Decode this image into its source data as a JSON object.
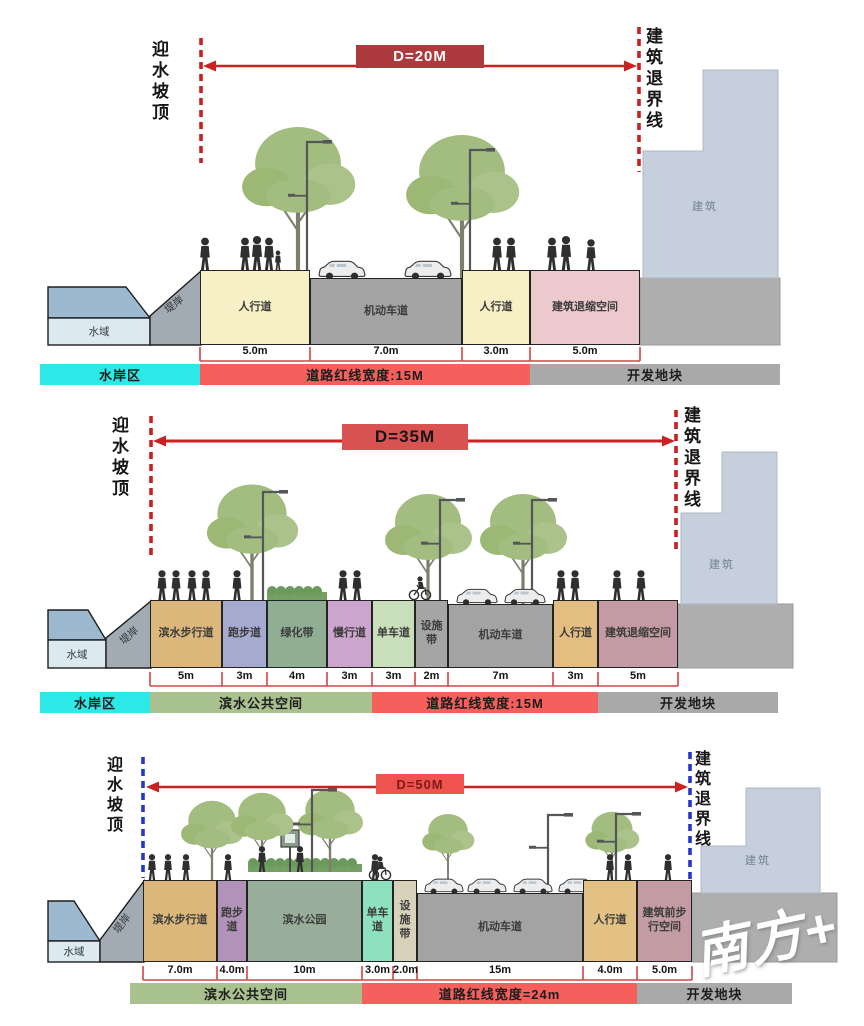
{
  "watermark": "南方+",
  "colors": {
    "arrow_red": "#c92222",
    "dash_red": "#cb2020",
    "dash_blue": "#2438c8",
    "bracket_red": "#d34545",
    "water_deep": "#9cb9cf",
    "water_box": "#dde9f1",
    "bank": "#a2abb3",
    "building": "#c6d0dc",
    "ground": "#aeaeae",
    "tree_green": "#a3bc80",
    "silhouette": "#2f2f2f"
  },
  "diagrams": [
    {
      "left_marker": "迎水坡顶",
      "right_marker": "建筑退界线",
      "distance": "D=20M",
      "badge_bg": "#ad3a3c",
      "badge_text_color": "#ffffff",
      "marker_dash_color": "#cb2020",
      "water": "水域",
      "bank": "堤岸",
      "building": "建筑",
      "segments": [
        {
          "label": "人行道",
          "dim": "5.0m",
          "color": "#f7efc6"
        },
        {
          "label": "机动车道",
          "dim": "7.0m",
          "color": "#a3a3a3"
        },
        {
          "label": "人行道",
          "dim": "3.0m",
          "color": "#f7efc6"
        },
        {
          "label": "建筑退缩空间",
          "dim": "5.0m",
          "color": "#ecc9cd"
        }
      ],
      "bars": [
        {
          "label": "水岸区",
          "color": "#2ce8e6"
        },
        {
          "label": "道路红线宽度:15M",
          "color": "#f5605c"
        },
        {
          "label": "开发地块",
          "color": "#a9a9a9"
        }
      ]
    },
    {
      "left_marker": "迎水坡顶",
      "right_marker": "建筑退界线",
      "distance": "D=35M",
      "badge_bg": "#d85252",
      "badge_text_color": "#161616",
      "marker_dash_color": "#cb2020",
      "water": "水域",
      "bank": "堤岸",
      "building": "建筑",
      "segments": [
        {
          "label": "滨水步行道",
          "dim": "5m",
          "color": "#dcb77c"
        },
        {
          "label": "跑步道",
          "dim": "3m",
          "color": "#a5aad0"
        },
        {
          "label": "绿化带",
          "dim": "4m",
          "color": "#8fae94"
        },
        {
          "label": "慢行道",
          "dim": "3m",
          "color": "#cba5cd"
        },
        {
          "label": "单车道",
          "dim": "3m",
          "color": "#c9debb"
        },
        {
          "label": "设施带",
          "dim": "2m",
          "color": "#a5a5a5"
        },
        {
          "label": "机动车道",
          "dim": "7m",
          "color": "#a3a3a3"
        },
        {
          "label": "人行道",
          "dim": "3m",
          "color": "#e3be82"
        },
        {
          "label": "建筑退缩空间",
          "dim": "5m",
          "color": "#c49ba4"
        }
      ],
      "bars": [
        {
          "label": "水岸区",
          "color": "#2ce8e6"
        },
        {
          "label": "滨水公共空间",
          "color": "#a9c08f"
        },
        {
          "label": "道路红线宽度:15M",
          "color": "#f5605c"
        },
        {
          "label": "开发地块",
          "color": "#a9a9a9"
        }
      ]
    },
    {
      "left_marker": "迎水坡顶",
      "right_marker": "建筑退界线",
      "distance": "D=50M",
      "badge_bg": "#ee5350",
      "badge_text_color": "#7e1a1a",
      "marker_dash_color": "#2438c8",
      "water": "水域",
      "bank": "堤岸",
      "building": "建筑",
      "segments": [
        {
          "label": "滨水步行道",
          "dim": "7.0m",
          "color": "#dcb77c"
        },
        {
          "label": "跑步道",
          "dim": "4.0m",
          "color": "#b192b8"
        },
        {
          "label": "滨水公园",
          "dim": "10m",
          "color": "#99ae9a"
        },
        {
          "label": "单车道",
          "dim": "3.0m",
          "color": "#8fe0bf"
        },
        {
          "label": "设施带",
          "dim": "2.0m",
          "color": "#d9d2ba"
        },
        {
          "label": "机动车道",
          "dim": "15m",
          "color": "#a3a3a3"
        },
        {
          "label": "人行道",
          "dim": "4.0m",
          "color": "#e3c084"
        },
        {
          "label": "建筑前步行空间",
          "dim": "5.0m",
          "color": "#c29ba3"
        }
      ],
      "bars": [
        {
          "label": "滨水公共空间",
          "color": "#a9c08f"
        },
        {
          "label": "道路红线宽度=24m",
          "color": "#f5605c"
        },
        {
          "label": "开发地块",
          "color": "#a9a9a9"
        }
      ]
    }
  ]
}
